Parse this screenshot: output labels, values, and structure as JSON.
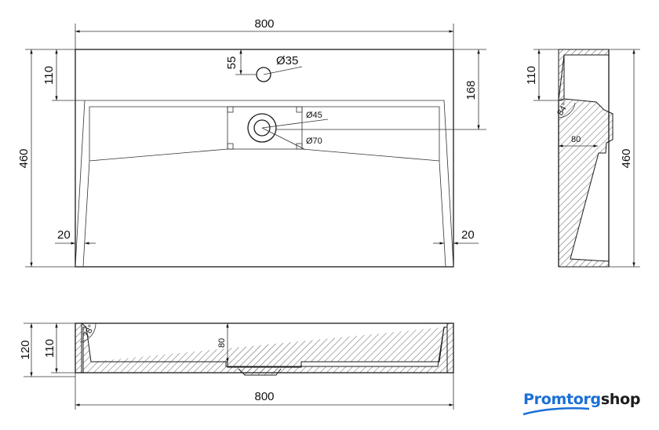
{
  "drawing": {
    "top_view": {
      "width": "800",
      "depth": "460",
      "rim_depth": "110",
      "tap_offset": "55",
      "tap_hole": "Ø35",
      "drain_offset": "168",
      "drain_inner": "Ø45",
      "drain_outer": "Ø70",
      "side_left": "20",
      "side_right": "20"
    },
    "side_view": {
      "rim_depth": "110",
      "angle": "84°",
      "drain_depth": "80",
      "depth": "460"
    },
    "front_view": {
      "height": "120",
      "inner_height": "110",
      "basin_depth": "80",
      "angle": "78°",
      "width": "800"
    }
  },
  "logo": {
    "part1": "Promtorg",
    "part2": "shop"
  },
  "colors": {
    "brand_blue": "#1a6fd6",
    "line": "#1a1a1a"
  }
}
